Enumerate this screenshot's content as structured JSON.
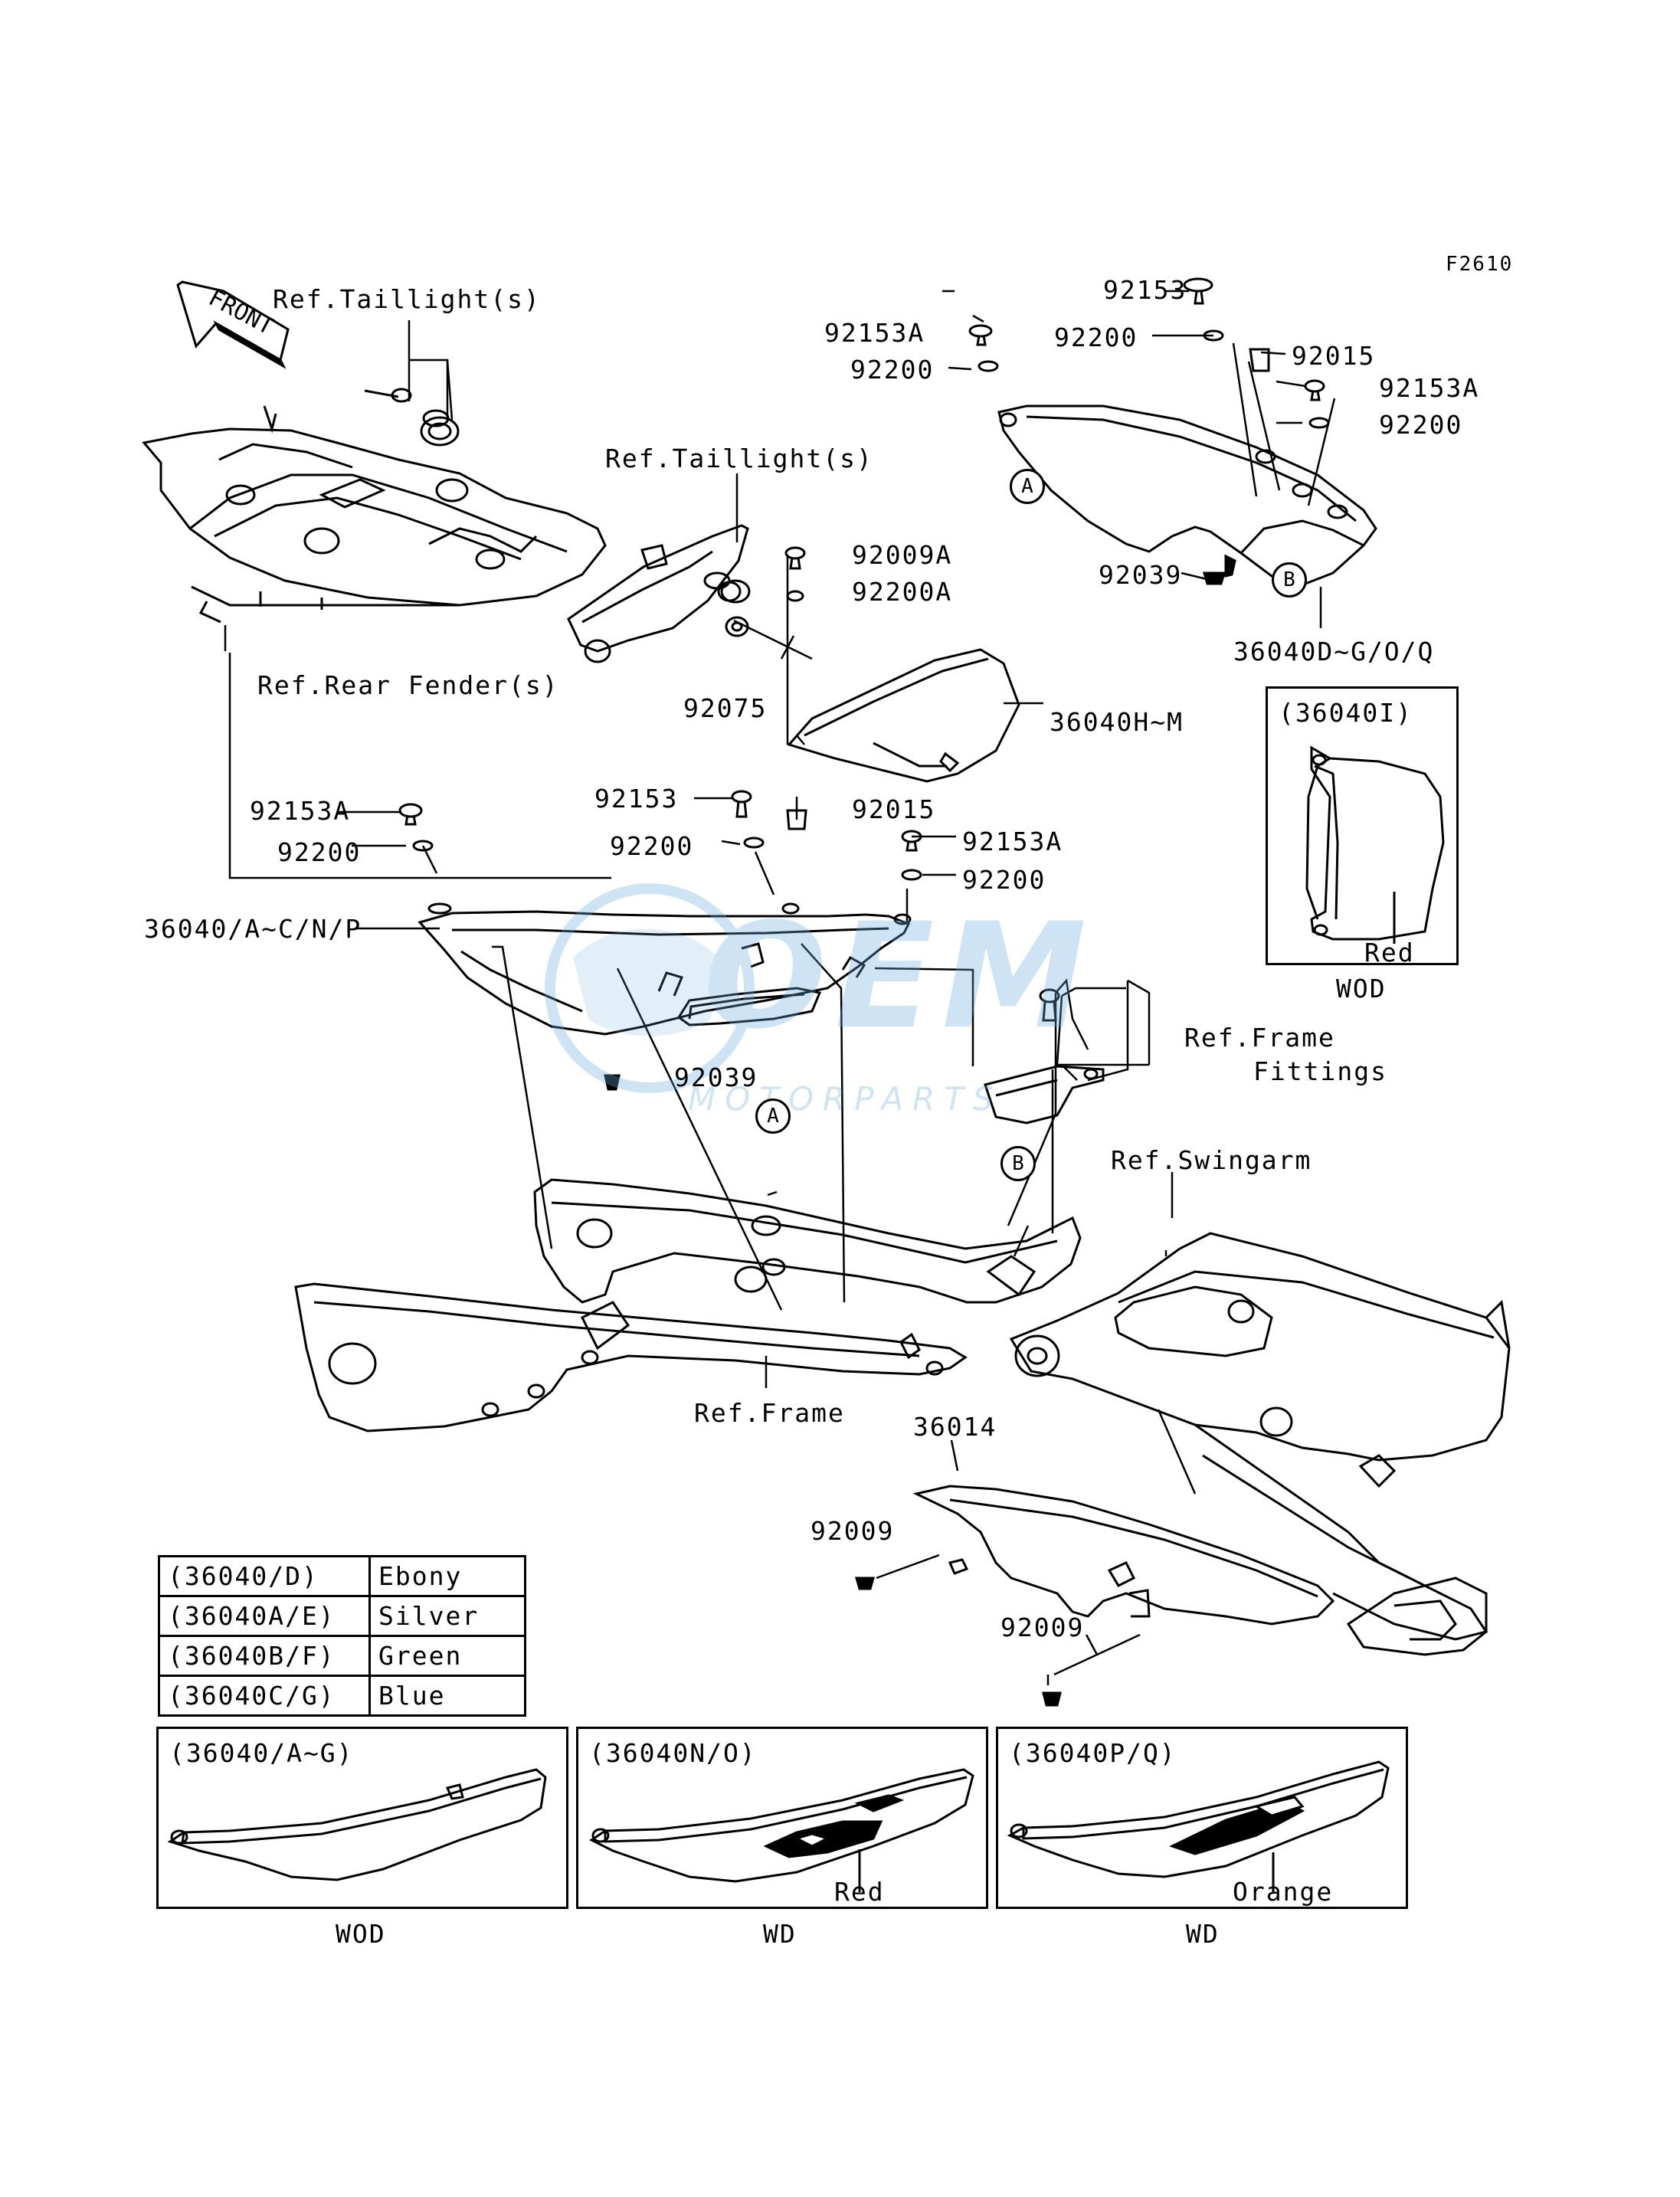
{
  "figure_code": "F2610",
  "front_label": "FRONT",
  "refs": {
    "taillight_1": "Ref.Taillight(s)",
    "taillight_2": "Ref.Taillight(s)",
    "rear_fender": "Ref.Rear Fender(s)",
    "frame_fittings_1": "Ref.Frame",
    "frame_fittings_2": "Fittings",
    "swingarm": "Ref.Swingarm",
    "frame": "Ref.Frame"
  },
  "parts": {
    "p92153_top": "92153",
    "p92153A_top": "92153A",
    "p92200_top": "92200",
    "p92200_top2": "92200",
    "p92015_top": "92015",
    "p92153A_right": "92153A",
    "p92200_right": "92200",
    "p92039_top": "92039",
    "p36040D": "36040D~G/O/Q",
    "p92009A": "92009A",
    "p92200A": "92200A",
    "p92075": "92075",
    "p36040H": "36040H~M",
    "p92153A_left": "92153A",
    "p92200_left": "92200",
    "p92153_mid": "92153",
    "p92015_mid": "92015",
    "p92200_mid": "92200",
    "p92153A_mid": "92153A",
    "p92200_mid2": "92200",
    "p36040A": "36040/A~C/N/P",
    "p92039_mid": "92039",
    "p36014": "36014",
    "p92009_1": "92009",
    "p92009_2": "92009"
  },
  "callouts": {
    "a1": "A",
    "b1": "B",
    "a2": "A",
    "b2": "B"
  },
  "inset_36040I": {
    "title": "(36040I)",
    "color": "Red",
    "caption": "WOD"
  },
  "color_table": [
    {
      "code": "(36040/D)",
      "color": "Ebony"
    },
    {
      "code": "(36040A/E)",
      "color": "Silver"
    },
    {
      "code": "(36040B/F)",
      "color": "Green"
    },
    {
      "code": "(36040C/G)",
      "color": "Blue"
    }
  ],
  "variants": [
    {
      "title": "(36040/A~G)",
      "color": "",
      "caption": "WOD"
    },
    {
      "title": "(36040N/O)",
      "color": "Red",
      "caption": "WD"
    },
    {
      "title": "(36040P/Q)",
      "color": "Orange",
      "caption": "WD"
    }
  ],
  "watermark": {
    "line1": "OEM",
    "line2": "MOTORPARTS",
    "color": "#6aaee0"
  }
}
